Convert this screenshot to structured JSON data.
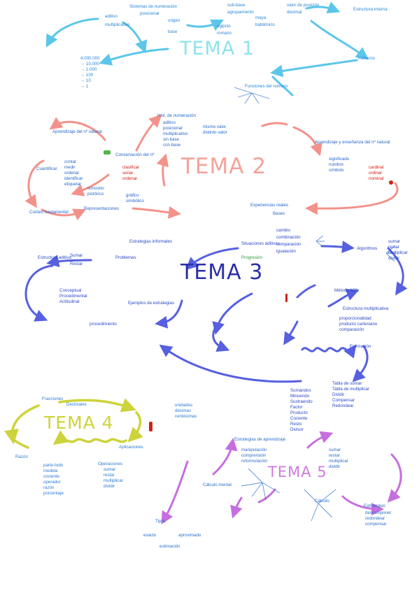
{
  "themes": {
    "t1": "TEMA 1",
    "t2": "TEMA 2",
    "t3": "TEMA 3",
    "t4": "TEMA 4",
    "t5": "TEMA 5"
  },
  "tema1": {
    "top": "Sistemas de numeración",
    "posicional": "posicional",
    "aditivo": "aditivo",
    "multiplicativo": "multiplicativo",
    "origen": "origen",
    "base": "base",
    "sub_a": "sub-base",
    "sub_b": "agrupamiento",
    "egipcio": "egipcio",
    "romano": "romano",
    "maya": "maya",
    "babilonico": "babilónico",
    "valor": "valor de posición",
    "dec": "decimal",
    "list": [
      "4.000.000",
      "→ 10.000",
      "→ 1.000",
      "→ 100",
      "→ 10",
      "→ 1"
    ],
    "right_top": "Estructura interna",
    "right_num": "números",
    "bottom": "Funciones del número"
  },
  "tema2": {
    "top": "Hist. de numeración",
    "items": [
      "aditivo",
      "posicional",
      "multiplicativo",
      "sin base",
      "con base"
    ],
    "middle": [
      "mismo valor",
      "distinto valor"
    ],
    "left_a": "Aprendizaje del nº natural",
    "left_b": "Cuantificar",
    "cuant": [
      "contar",
      "medir",
      "ordenar",
      "identificar",
      "etiquetar"
    ],
    "conserv": "Conservación del nº",
    "errors": [
      "clasificar",
      "seriar",
      "ordenar"
    ],
    "repr": "Representaciones",
    "repr_items": [
      "concreto",
      "pictórico",
      "gráfico",
      "simbólico"
    ],
    "contar": "Conteo fundamental",
    "right_a": "Aprendizaje y enseñanza del nº natural",
    "right_b": [
      "significado",
      "nombre",
      "símbolo"
    ],
    "reds": [
      "cardinal",
      "ordinal",
      "nominal"
    ],
    "exp": "Experiencias reales",
    "exp_sub": "Bases"
  },
  "tema3": {
    "top_left": "Estrategias informales",
    "estr": "Estructura aditiva",
    "sumar": "Sumar",
    "restar": "Restar",
    "problemas": "Problemas",
    "top_mid": "Situaciones aditivas",
    "comb": [
      "cambio",
      "combinación",
      "comparación",
      "igualación"
    ],
    "prog": "Progresión",
    "alg": "Algoritmos",
    "alg_sub": [
      "sumar",
      "restar",
      "multiplicar",
      "dividir"
    ],
    "mid_left": [
      "Conceptual",
      "Procedimental",
      "Actitudinal"
    ],
    "mid_cent": "Ejemplos de estrategias",
    "proc": "procedimiento",
    "mult": "Estructura multiplicativa",
    "mult_sub": [
      "proporcionalidad",
      "producto cartesiano",
      "comparación"
    ],
    "metodo": "Método ABN",
    "estim": "Estimación",
    "alg_bottom": [
      "Tabla de sumar",
      "Tabla de multiplicar",
      "Dividir",
      "Compensar",
      "Redondear"
    ],
    "bottom_list": [
      "Sumandos",
      "Minuendo",
      "Sustraendo",
      "Factor",
      "Producto",
      "Cociente",
      "Resto",
      "Divisor"
    ]
  },
  "tema4": {
    "top": "Fracciones",
    "top2": "Decimales",
    "mid": [
      "unidades",
      "décimas",
      "centésimas"
    ],
    "left": "Razón",
    "list": [
      "parte-todo",
      "medida",
      "cociente",
      "operador",
      "razón",
      "porcentaje"
    ],
    "right": "Operaciones",
    "right2": [
      "sumar",
      "restar",
      "multiplicar",
      "dividir"
    ],
    "bottom": "Aplicaciones"
  },
  "tema5": {
    "top": "Estrategias de aprendizaje",
    "top_sub": [
      "manipulación",
      "comprensión",
      "reformulación"
    ],
    "cm": "Cálculo mental",
    "tipos": "Tipos",
    "tipos_sub": [
      "exacto",
      "aproximado",
      "estimación"
    ],
    "right": "Estrategias",
    "right_sub": [
      "descomponer",
      "redondear",
      "compensar"
    ],
    "center": "Cálculo",
    "center_sub": [
      "sumar",
      "restar",
      "multiplicar",
      "dividir"
    ]
  },
  "colors": {
    "tema1": "#5bc6ea",
    "tema2": "#f2928a",
    "tema3": "#5660e0",
    "tema4": "#cdd33a",
    "tema5": "#c66ee0",
    "text": "#2a6fcf",
    "red": "#d32018",
    "green": "#2f9a3e"
  }
}
